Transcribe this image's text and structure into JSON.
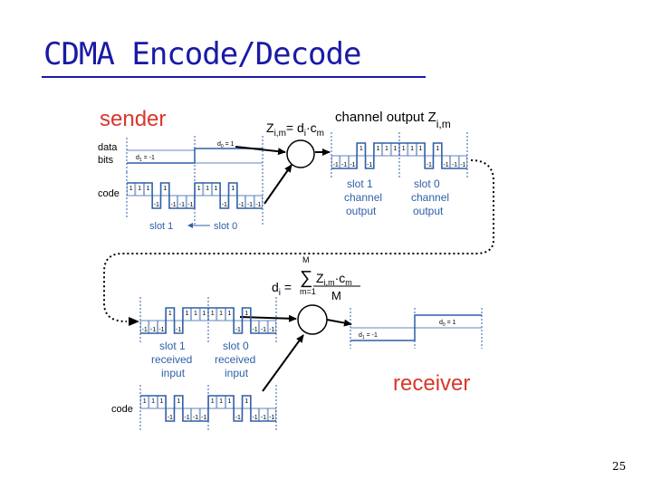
{
  "slide": {
    "title": "CDMA Encode/Decode",
    "page_number": "25"
  },
  "sender": {
    "heading": "sender",
    "formula_z": "Z",
    "formula_z_sub": "i,m",
    "formula_eq": "= d",
    "formula_d_sub": "i",
    "formula_c": "·c",
    "formula_c_sub": "m",
    "channel_output_label": "channel output Z",
    "channel_output_sub": "i,m",
    "data_label": "data",
    "bits_label": "bits",
    "code_label": "code",
    "d0_label": "d",
    "d0_sub": "0",
    "d0_value": " = 1",
    "d1_label": "d",
    "d1_sub": "1",
    "d1_value": " = -1",
    "slot1_label": "slot 1",
    "slot0_label": "slot 0",
    "slot1_output": [
      "slot 1",
      "channel",
      "output"
    ],
    "slot0_output": [
      "slot 0",
      "channel",
      "output"
    ],
    "code_chips": [
      "1",
      "1",
      "1",
      "-1",
      "1",
      "-1",
      "-1",
      "-1",
      "1",
      "1",
      "1",
      "-1",
      "1",
      "-1",
      "-1",
      "-1"
    ],
    "output_chips": [
      "-1",
      "-1",
      "-1",
      "1",
      "-1",
      "1",
      "1",
      "1",
      "1",
      "1",
      "1",
      "-1",
      "1",
      "-1",
      "-1",
      "-1"
    ]
  },
  "receiver": {
    "heading": "receiver",
    "formula_d": "d",
    "formula_d_sub": "i",
    "formula_eq": "=",
    "formula_sum": "∑",
    "formula_sum_top": "M",
    "formula_sum_bottom": "m=1",
    "formula_z": "Z",
    "formula_z_sub": "i,m",
    "formula_c": "·c",
    "formula_c_sub": "m",
    "formula_divisor": "M",
    "code_label": "code",
    "d0_label": "d",
    "d0_sub": "0",
    "d0_value": " = 1",
    "d1_label": "d",
    "d1_sub": "1",
    "d1_value": " = -1",
    "slot1_input": [
      "slot 1",
      "received",
      "input"
    ],
    "slot0_input": [
      "slot 0",
      "received",
      "input"
    ],
    "input_chips": [
      "-1",
      "-1",
      "-1",
      "1",
      "-1",
      "1",
      "1",
      "1",
      "1",
      "1",
      "1",
      "-1",
      "1",
      "-1",
      "-1",
      "-1"
    ],
    "code_chips": [
      "1",
      "1",
      "1",
      "-1",
      "1",
      "-1",
      "-1",
      "-1",
      "1",
      "1",
      "1",
      "-1",
      "1",
      "-1",
      "-1",
      "-1"
    ]
  },
  "colors": {
    "title": "#1a1aa6",
    "heading": "#d9362b",
    "labels": "#2f5fa8",
    "waveform": "#2f5fa8"
  }
}
